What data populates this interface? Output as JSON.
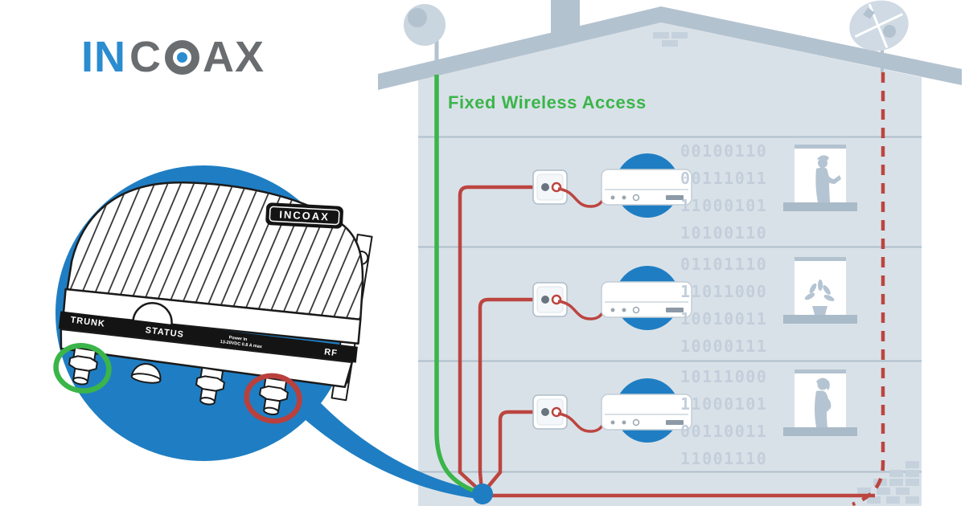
{
  "brand": {
    "logo_prefix": "IN",
    "logo_c": "C",
    "logo_ax": "AX",
    "logo_full": "INCOAX"
  },
  "title": "Fixed Wireless Access",
  "device": {
    "badge": "INCOAX",
    "ports": {
      "trunk": "TRUNK",
      "status": "STATUS",
      "power_line1": "Power In",
      "power_line2": "13-20VDC 0.8 A max",
      "rf": "RF"
    },
    "callouts": {
      "trunk_ring_color": "#3BB54A",
      "rf_ring_color": "#B9403C"
    }
  },
  "building": {
    "floors": [
      {
        "binary_rows": [
          "00100110",
          "00111011",
          "11000101",
          "10100110"
        ],
        "window_scene": "person-with-phone"
      },
      {
        "binary_rows": [
          "01101110",
          "11011000",
          "10010011",
          "10000111"
        ],
        "window_scene": "potted-plant"
      },
      {
        "binary_rows": [
          "10111000",
          "11000101",
          "00110011",
          "11001110"
        ],
        "window_scene": "standing-woman"
      }
    ]
  },
  "colors": {
    "brand_blue": "#2B8CD0",
    "logo_gray": "#6A6D70",
    "accent_blue": "#1F7EC3",
    "green": "#3BB54A",
    "red": "#BC4540",
    "wall": "#D9E1E8",
    "roof": "#B3C2CF",
    "binary_digits": "#C3CEDB"
  }
}
